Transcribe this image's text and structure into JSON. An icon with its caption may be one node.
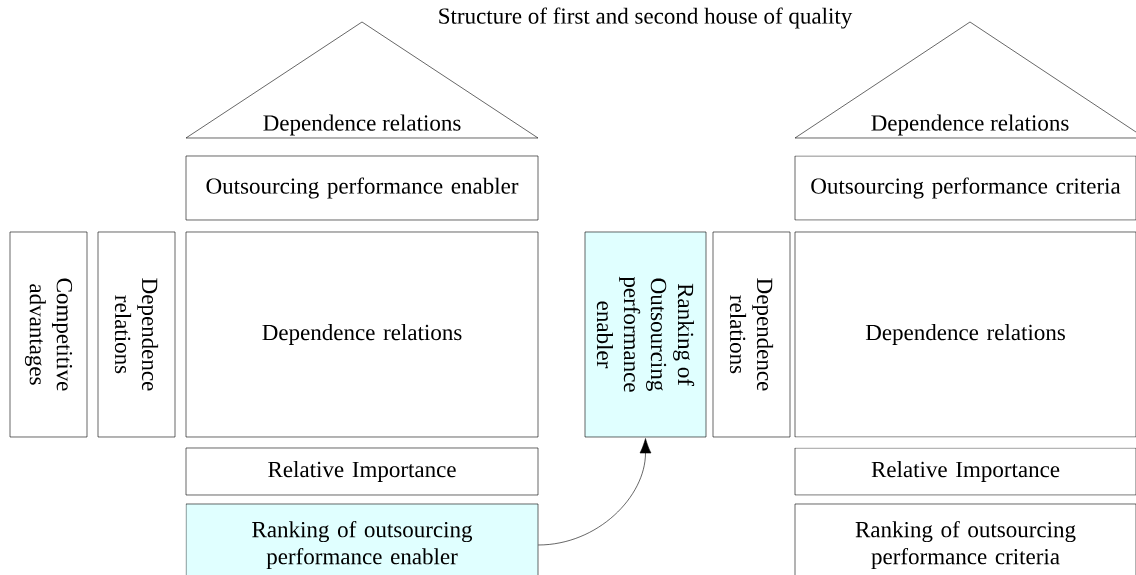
{
  "diagram": {
    "title": "Structure of first and second house of quality",
    "nodes": [
      {
        "text": [
          "Dependence relations"
        ]
      },
      {
        "text": [
          "Outsourcing performance enabler"
        ]
      },
      {
        "text": [
          "Competitive advantages"
        ]
      },
      {
        "text": [
          "Dependence relations"
        ]
      },
      {
        "text": [
          "Dependence relations"
        ]
      },
      {
        "text": [
          "Relative Importance"
        ]
      },
      {
        "text": [
          "Ranking of outsourcing performance enabler"
        ]
      },
      {
        "text": [
          "Ranking of Outsourcing performance enabler"
        ]
      },
      {
        "text": [
          "Dependence relations"
        ]
      },
      {
        "text": [
          "Dependence relations"
        ]
      },
      {
        "text": [
          "Outsourcing performance criteria"
        ]
      },
      {
        "text": [
          "Dependence relations"
        ]
      },
      {
        "text": [
          "Relative Importance"
        ]
      },
      {
        "text": [
          "Ranking of outsourcing performance criteria"
        ]
      }
    ],
    "edges": [
      {
        "from": 6,
        "to": 7,
        "arrow": "to"
      }
    ]
  }
}
